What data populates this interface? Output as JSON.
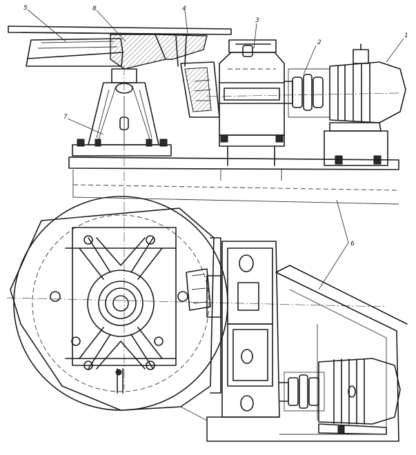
{
  "callouts": [
    {
      "id": "c1",
      "text": "1"
    },
    {
      "id": "c2",
      "text": "2"
    },
    {
      "id": "c3",
      "text": "3"
    },
    {
      "id": "c4",
      "text": "4"
    },
    {
      "id": "c5",
      "text": "5"
    },
    {
      "id": "c6",
      "text": "6"
    },
    {
      "id": "c7",
      "text": "7"
    },
    {
      "id": "c8",
      "text": "8"
    }
  ]
}
